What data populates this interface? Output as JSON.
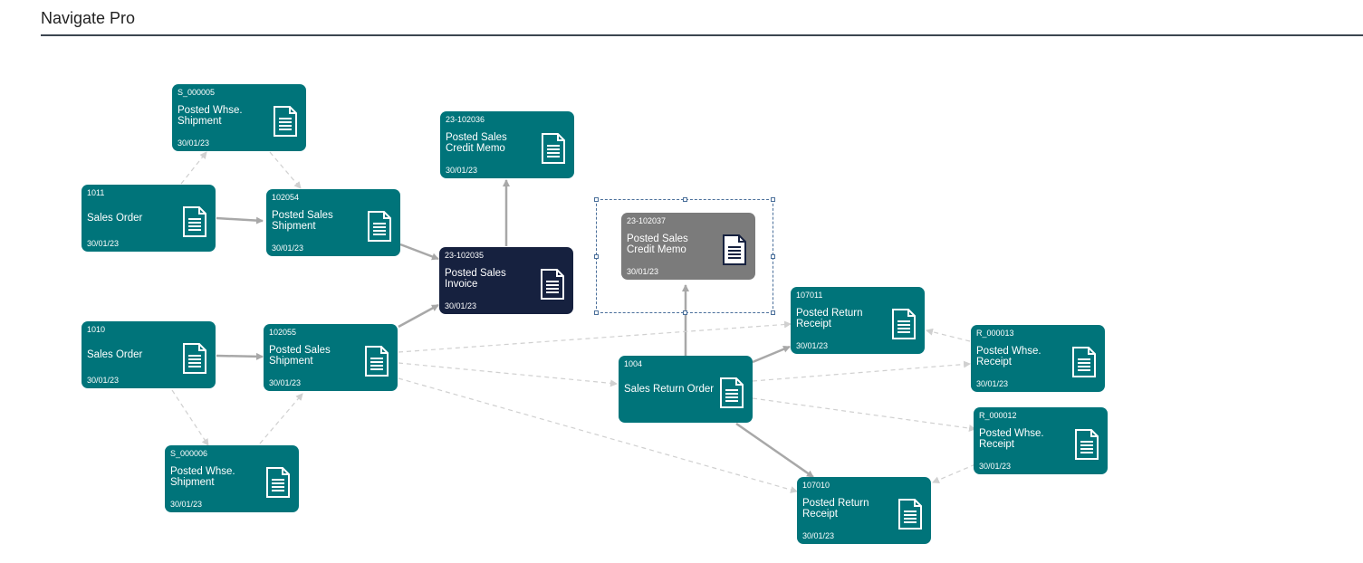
{
  "app": {
    "title": "Navigate Pro"
  },
  "nodes": [
    {
      "key": "n1",
      "id": "S_000005",
      "type": "Posted Whse. Shipment",
      "date": "30/01/23",
      "icon": "document-icon"
    },
    {
      "key": "n2",
      "id": "1011",
      "type": "Sales Order",
      "date": "30/01/23",
      "icon": "document-icon"
    },
    {
      "key": "n3",
      "id": "102054",
      "type": "Posted Sales Shipment",
      "date": "30/01/23",
      "icon": "document-icon"
    },
    {
      "key": "n4",
      "id": "23-102036",
      "type": "Posted Sales Credit Memo",
      "date": "30/01/23",
      "icon": "document-icon"
    },
    {
      "key": "n5",
      "id": "23-102035",
      "type": "Posted Sales Invoice",
      "date": "30/01/23",
      "icon": "document-icon"
    },
    {
      "key": "n6",
      "id": "23-102037",
      "type": "Posted Sales Credit Memo",
      "date": "30/01/23",
      "icon": "document-icon"
    },
    {
      "key": "n7",
      "id": "1010",
      "type": "Sales Order",
      "date": "30/01/23",
      "icon": "document-icon"
    },
    {
      "key": "n8",
      "id": "102055",
      "type": "Posted Sales Shipment",
      "date": "30/01/23",
      "icon": "document-icon"
    },
    {
      "key": "n9",
      "id": "S_000006",
      "type": "Posted Whse. Shipment",
      "date": "30/01/23",
      "icon": "document-icon"
    },
    {
      "key": "n10",
      "id": "1004",
      "type": "Sales Return Order",
      "date": "",
      "icon": "document-icon"
    },
    {
      "key": "n11",
      "id": "107011",
      "type": "Posted Return Receipt",
      "date": "30/01/23",
      "icon": "document-icon"
    },
    {
      "key": "n12",
      "id": "R_000013",
      "type": "Posted Whse. Receipt",
      "date": "30/01/23",
      "icon": "document-icon"
    },
    {
      "key": "n13",
      "id": "R_000012",
      "type": "Posted Whse. Receipt",
      "date": "30/01/23",
      "icon": "document-icon"
    },
    {
      "key": "n14",
      "id": "107010",
      "type": "Posted Return Receipt",
      "date": "30/01/23",
      "icon": "document-icon"
    }
  ],
  "colors": {
    "node": "#00747a",
    "selected": "#16213f",
    "muted": "#7b7b7b",
    "edge_solid": "#a8a8a8",
    "edge_dashed": "#cfcfcf"
  }
}
